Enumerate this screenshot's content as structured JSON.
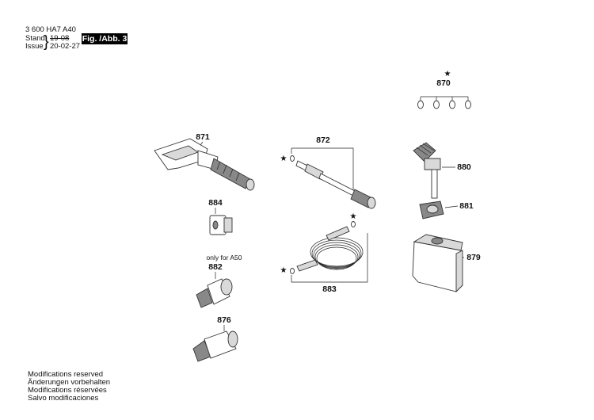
{
  "header": {
    "doc_number": "3 600 HA7 A40",
    "stand_label": "Stand",
    "stand_value": "19-08",
    "issue_label": "Issue",
    "issue_value": "20-02-27",
    "fig_label": "Fig. /Abb. 3"
  },
  "parts": {
    "p870": "870",
    "p871": "871",
    "p872": "872",
    "p876": "876",
    "p879": "879",
    "p880": "880",
    "p881": "881",
    "p882": "882",
    "p883": "883",
    "p884": "884"
  },
  "notes": {
    "only_for": "only for A50",
    "star": "★"
  },
  "footer": {
    "line1": "Modifications reserved",
    "line2": "Änderungen vorbehalten",
    "line3": "Modifications réservées",
    "line4": "Salvo modificaciones"
  }
}
